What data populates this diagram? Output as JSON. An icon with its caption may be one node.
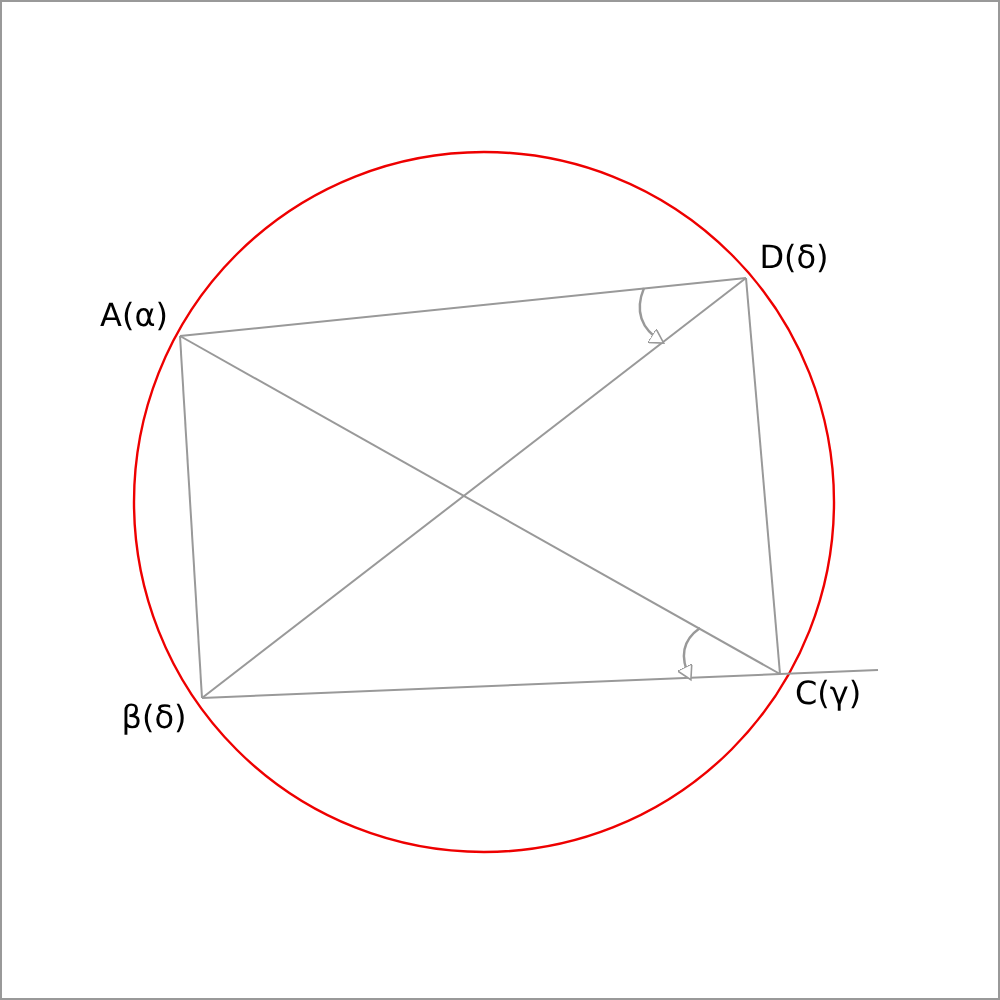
{
  "diagram": {
    "nodes": [
      {
        "text": [
          "A(α)"
        ]
      },
      {
        "text": [
          "D(δ)"
        ]
      },
      {
        "text": [
          "β(δ)"
        ]
      },
      {
        "text": [
          "C(γ)"
        ]
      }
    ],
    "edges": [
      {
        "from": 0,
        "to": 1,
        "arrow": "none"
      },
      {
        "from": 0,
        "to": 2,
        "arrow": "none"
      },
      {
        "from": 0,
        "to": 3,
        "arrow": "none"
      },
      {
        "from": 1,
        "to": 2,
        "arrow": "none"
      },
      {
        "from": 1,
        "to": 3,
        "arrow": "none"
      },
      {
        "from": 2,
        "to": 3,
        "arrow": "none"
      }
    ]
  }
}
